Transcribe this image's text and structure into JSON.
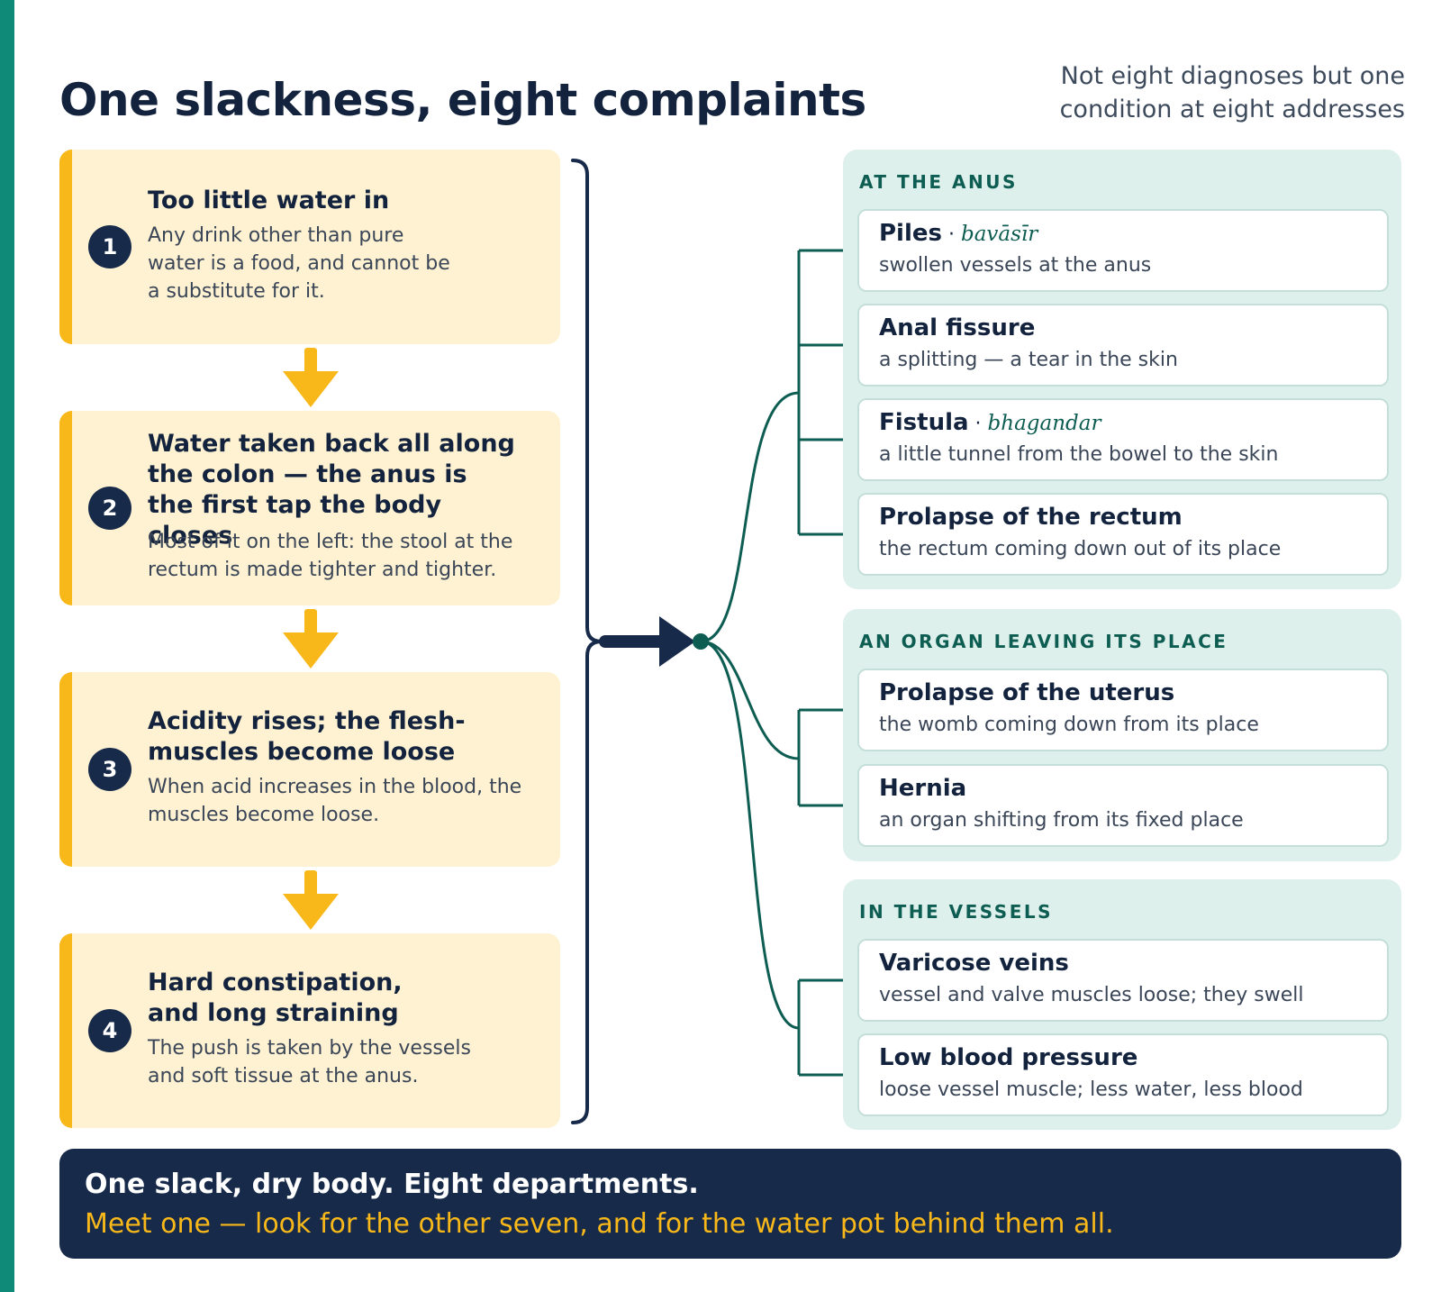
{
  "title": "One slackness, eight complaints",
  "subtitle": "Not eight diagnoses but one condition at eight addresses",
  "steps": [
    {
      "number": "1",
      "title": "Too little water in",
      "body": "Any drink other than pure water is a food, and cannot be a substitute for it."
    },
    {
      "number": "2",
      "title": "Water taken back all along the colon — the anus is the first tap the body closes",
      "body": "Most of it on the left: the stool at the rectum is made tighter and tighter."
    },
    {
      "number": "3",
      "title": "Acidity rises; the flesh-muscles become loose",
      "body": "When acid increases in the blood, the muscles become loose."
    },
    {
      "number": "4",
      "title": "Hard constipation, and long straining",
      "body": "The push is taken by the vessels and soft tissue at the anus."
    }
  ],
  "groups": [
    {
      "label": "AT THE ANUS",
      "items": [
        {
          "name": "Piles",
          "alt_name": "bavāsīr",
          "desc": "swollen vessels at the anus"
        },
        {
          "name": "Anal fissure",
          "alt_name": "",
          "desc": "a splitting — a tear in the skin"
        },
        {
          "name": "Fistula",
          "alt_name": "bhagandar",
          "desc": "a little tunnel from the bowel to the skin"
        },
        {
          "name": "Prolapse of the rectum",
          "alt_name": "",
          "desc": "the rectum coming down out of its place"
        }
      ]
    },
    {
      "label": "AN ORGAN LEAVING ITS PLACE",
      "items": [
        {
          "name": "Prolapse of the uterus",
          "alt_name": "",
          "desc": "the womb coming down from its place"
        },
        {
          "name": "Hernia",
          "alt_name": "",
          "desc": "an organ shifting from its fixed place"
        }
      ]
    },
    {
      "label": "IN THE VESSELS",
      "items": [
        {
          "name": "Varicose veins",
          "alt_name": "",
          "desc": "vessel and valve muscles loose; they swell"
        },
        {
          "name": "Low blood pressure",
          "alt_name": "",
          "desc": "loose vessel muscle; less water, less blood"
        }
      ]
    }
  ],
  "footer": {
    "line1": "One slack, dry body. Eight departments.",
    "line2": "Meet one — look for the other seven, and for the water pot behind them all."
  },
  "colors": {
    "accent_amber": "#f8b81a",
    "navy": "#172a4a",
    "teal": "#0e5d52",
    "step_bg": "#fff2d2",
    "group_bg": "#def0ec"
  }
}
